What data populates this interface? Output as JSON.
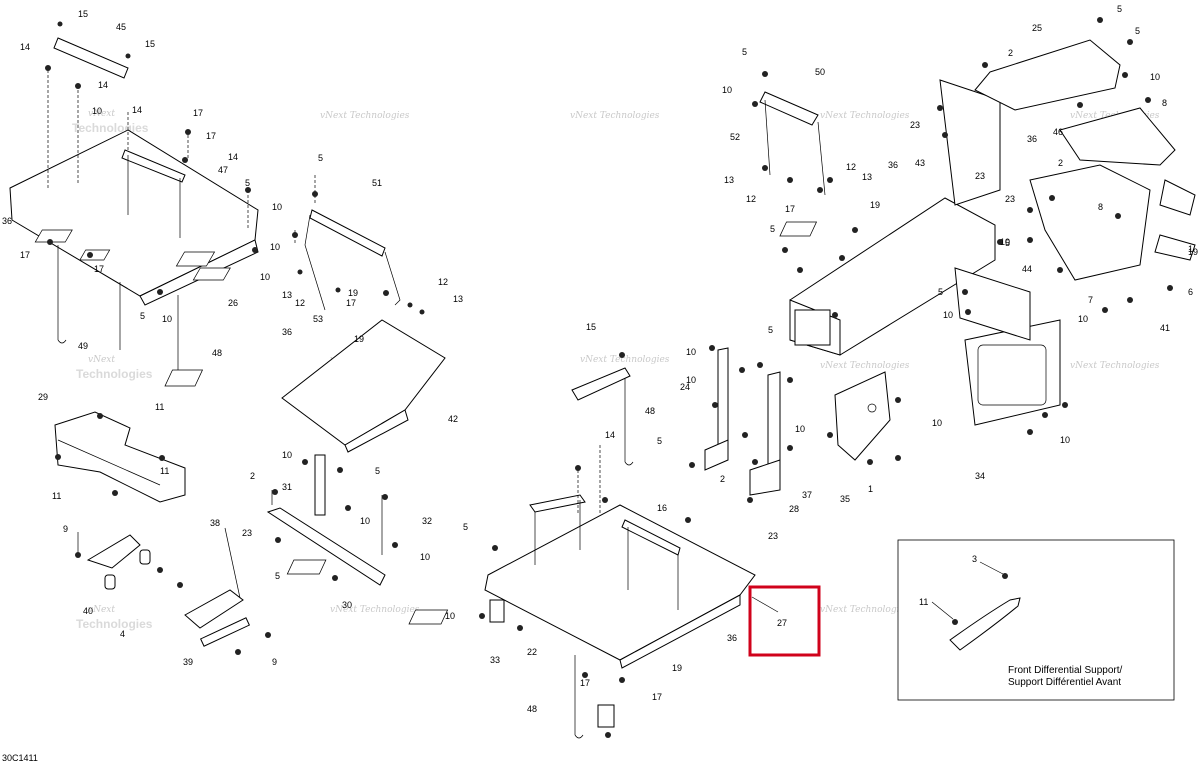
{
  "diagram_code": "30C1411",
  "watermark": {
    "line1": "vNext",
    "line2": "Technologies",
    "line_combined": "vNext Technologies"
  },
  "highlight_callout": "27",
  "inset": {
    "caption_line1": "Front Differential Support/",
    "caption_line2": "Support Différentiel Avant",
    "labels": [
      "3",
      "11"
    ]
  },
  "callouts": {
    "a1": "15",
    "a2": "45",
    "a3": "15",
    "a4": "14",
    "a5": "14",
    "a6": "14",
    "a7": "17",
    "a8": "10",
    "a9": "17",
    "a10": "14",
    "a11": "47",
    "a12": "36",
    "a13": "17",
    "a14": "17",
    "a15": "5",
    "a16": "10",
    "a17": "10",
    "a18": "26",
    "a19": "49",
    "a20": "5",
    "a21": "10",
    "a22": "48",
    "b1": "5",
    "b2": "51",
    "b3": "10",
    "b4": "19",
    "b5": "13",
    "b6": "12",
    "b7": "17",
    "b8": "53",
    "b9": "12",
    "b10": "13",
    "b11": "36",
    "b12": "19",
    "b13": "42",
    "c1": "29",
    "c2": "11",
    "c3": "11",
    "c4": "11",
    "d1": "9",
    "d2": "38",
    "d3": "40",
    "d4": "4",
    "d5": "39",
    "d6": "9",
    "e1": "10",
    "e2": "5",
    "e3": "2",
    "e4": "31",
    "e5": "10",
    "e6": "32",
    "e7": "23",
    "e8": "10",
    "e9": "5",
    "e10": "30",
    "f1": "15",
    "f2": "48",
    "f3": "14",
    "f4": "16",
    "f5": "5",
    "f6": "10",
    "f7": "33",
    "f8": "22",
    "f9": "36",
    "f10": "19",
    "f11": "17",
    "f12": "17",
    "f13": "48",
    "g1": "10",
    "g2": "24",
    "g3": "5",
    "g4": "10",
    "g5": "2",
    "g6": "37",
    "g7": "28",
    "g8": "23",
    "g9": "5",
    "g10": "35",
    "g11": "1",
    "g12": "10",
    "g13": "10",
    "h1": "5",
    "h2": "50",
    "h3": "10",
    "h4": "52",
    "h5": "13",
    "h6": "12",
    "h7": "17",
    "h8": "12",
    "h9": "13",
    "h10": "23",
    "h11": "43",
    "h12": "36",
    "h13": "19",
    "h14": "5",
    "h15": "34",
    "h16": "44",
    "h17": "5",
    "h18": "10",
    "h19": "10",
    "h20": "10",
    "i1": "5",
    "i2": "25",
    "i3": "2",
    "i4": "5",
    "i5": "10",
    "i6": "8",
    "i7": "23",
    "i8": "36",
    "i9": "46",
    "i10": "2",
    "i11": "23",
    "i12": "5",
    "i13": "8",
    "i14": "19",
    "i15": "7",
    "i16": "10",
    "i17": "41",
    "i18": "6",
    "i19": "1"
  }
}
